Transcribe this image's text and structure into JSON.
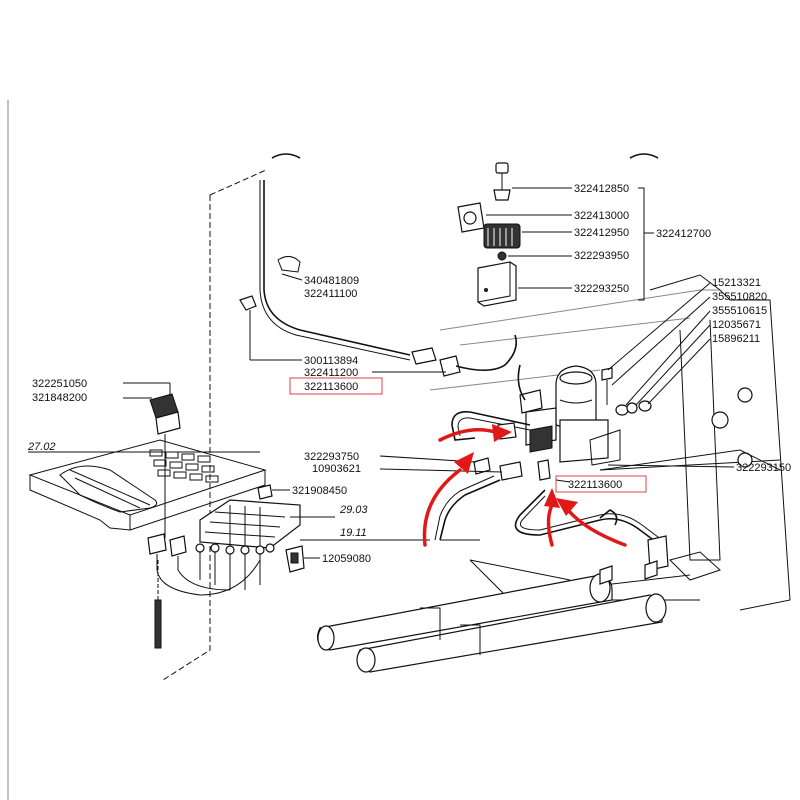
{
  "parts": {
    "p322412850": "322412850",
    "p322413000": "322413000",
    "p322412950": "322412950",
    "p322412700": "322412700",
    "p322293950": "322293950",
    "p322293250": "322293250",
    "p340481809": "340481809",
    "p322411100": "322411100",
    "p15213321": "15213321",
    "p355510820": "355510820",
    "p355510615": "355510615",
    "p12035671": "12035671",
    "p15896211": "15896211",
    "p300113894": "300113894",
    "p322411200": "322411200",
    "p322113600_a": "322113600",
    "p322251050": "322251050",
    "p321848200": "321848200",
    "p322293750": "322293750",
    "p10903621": "10903621",
    "p322293150": "322293150",
    "p322113600_b": "322113600",
    "p321908450": "321908450",
    "p12059080": "12059080"
  },
  "refs": {
    "r2702": "27.02",
    "r2903": "29.03",
    "r1911": "19.11"
  },
  "colors": {
    "highlight_arrow": "#e01818",
    "highlight_box": "#e04040",
    "line": "#111111"
  }
}
